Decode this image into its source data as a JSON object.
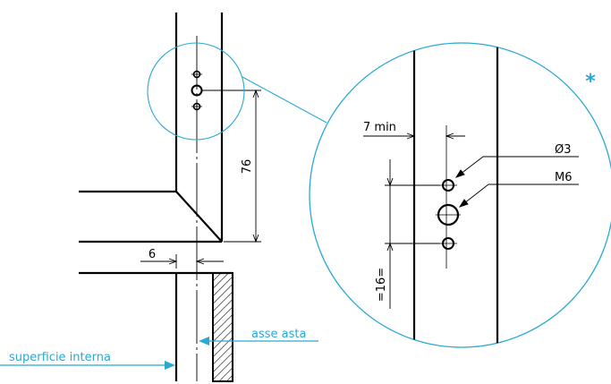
{
  "labels": {
    "dim_76": "76",
    "dim_6": "6",
    "dim_7min": "7 min",
    "dim_d3": "Ø3",
    "dim_m6": "M6",
    "dim_16": "=16=",
    "asse_asta": "asse asta",
    "superficie_interna": "superficie interna",
    "detail_marker": "*"
  },
  "colors": {
    "line": "#000000",
    "callout": "#29a9d4",
    "background": "#ffffff"
  }
}
